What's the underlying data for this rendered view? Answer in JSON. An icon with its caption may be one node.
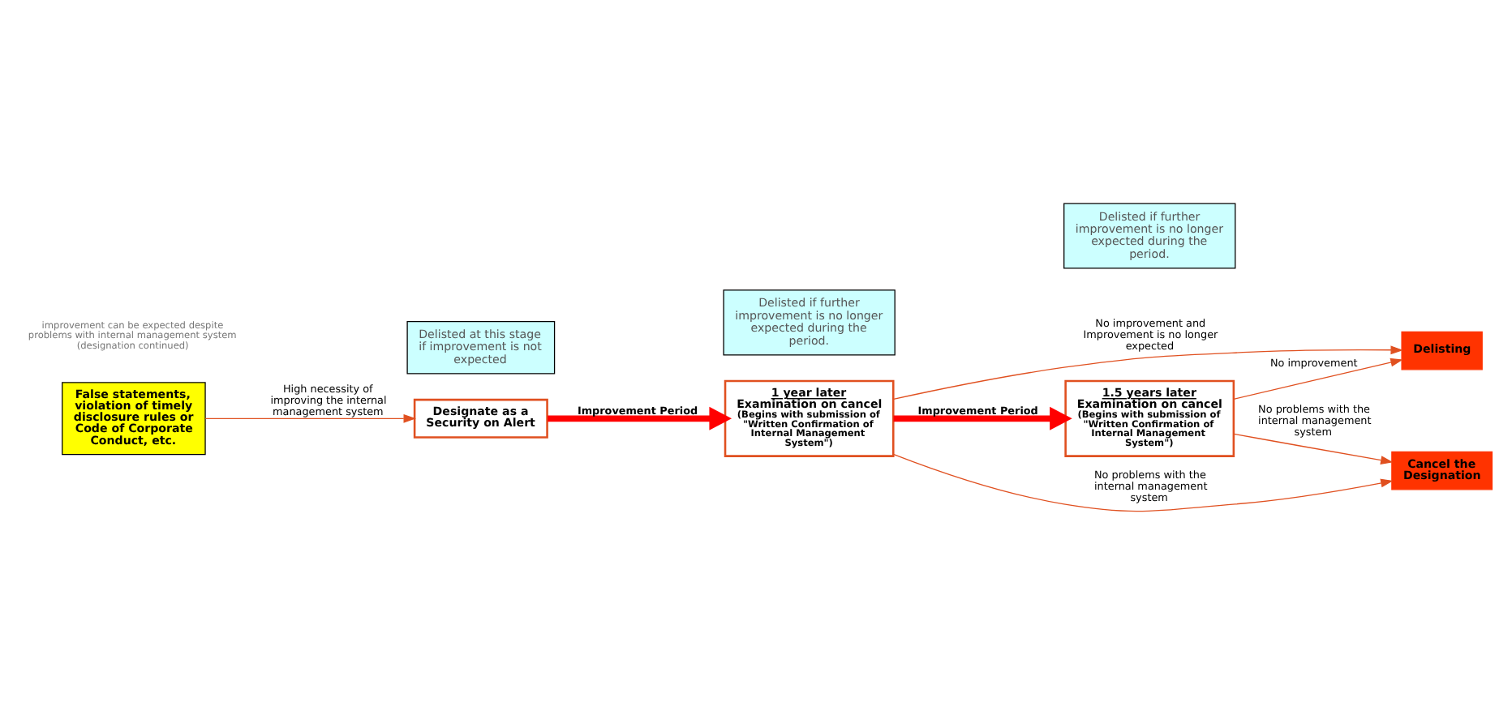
{
  "diagram": {
    "nodes": [
      {
        "text": [
          "False statements, violation of timely disclosure rules or Code of Corporate Conduct, etc."
        ]
      },
      {
        "text": [
          "Designate as a Security on Alert"
        ]
      },
      {
        "text": [
          "1 year later",
          "Examination on cancel",
          "(Begins with submission of \"Written Confirmation of Internal Management System\")"
        ]
      },
      {
        "text": [
          "1.5 years later",
          "Examination on cancel",
          "(Begins with submission of \"Written Confirmation of Internal Management System\")"
        ]
      },
      {
        "text": [
          "Delisting"
        ]
      },
      {
        "text": [
          "Cancel the Designation"
        ]
      },
      {
        "text": [
          "Delisted at this stage if improvement is not expected"
        ]
      },
      {
        "text": [
          "Delisted if further improvement is no longer expected during the period."
        ]
      },
      {
        "text": [
          "Delisted if further improvement is no longer expected during the period."
        ]
      }
    ],
    "edges": [
      {
        "from": 0,
        "to": 1,
        "arrow": "to",
        "label": "High necessity of improving the internal management system"
      },
      {
        "from": 1,
        "to": 2,
        "arrow": "to",
        "label": "Improvement Period",
        "style": "thick",
        "color": "#ff0000"
      },
      {
        "from": 2,
        "to": 3,
        "arrow": "to",
        "label": "Improvement Period",
        "style": "thick",
        "color": "#ff0000"
      },
      {
        "from": 2,
        "to": 4,
        "arrow": "to",
        "label": "No improvement and Improvement is no longer expected"
      },
      {
        "from": 2,
        "to": 5,
        "arrow": "to",
        "label": "No problems with the internal management system"
      },
      {
        "from": 3,
        "to": 4,
        "arrow": "to",
        "label": "No improvement"
      },
      {
        "from": 3,
        "to": 5,
        "arrow": "to",
        "label": "No problems with the internal management system"
      }
    ],
    "labels": [
      "improvement can be expected despite problems with internal management system (designation continued)"
    ]
  }
}
